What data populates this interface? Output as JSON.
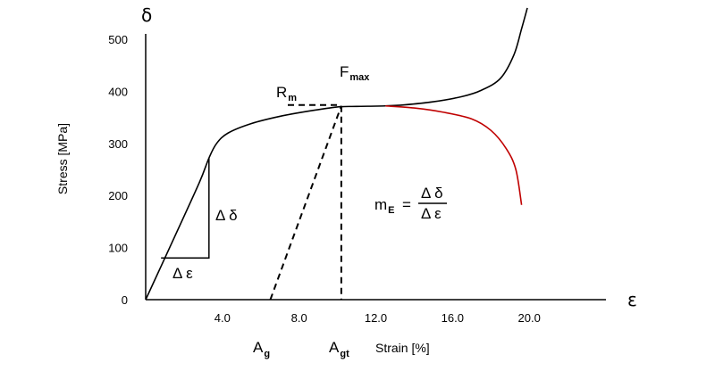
{
  "chart_data": {
    "type": "line",
    "xlabel": "Strain [%]",
    "ylabel": "Stress [MPa]",
    "x_symbol": "ε",
    "y_symbol": "δ",
    "xlim": [
      0,
      24
    ],
    "ylim": [
      0,
      500
    ],
    "x_ticks": [
      "4.0",
      "8.0",
      "12.0",
      "16.0",
      "20.0"
    ],
    "x_tick_values": [
      4,
      8,
      12,
      16,
      20
    ],
    "y_ticks": [
      "0",
      "100",
      "200",
      "300",
      "400",
      "500"
    ],
    "y_tick_values": [
      0,
      100,
      200,
      300,
      400,
      500
    ],
    "grid": false,
    "series": [
      {
        "role": "upper-curve",
        "color": "#000000",
        "points": [
          [
            0,
            0
          ],
          [
            1.5,
            120
          ],
          [
            2.8,
            225
          ],
          [
            3.3,
            272
          ],
          [
            3.7,
            300
          ],
          [
            4.3,
            320
          ],
          [
            5.5,
            338
          ],
          [
            7,
            352
          ],
          [
            8.5,
            362
          ],
          [
            10,
            370
          ],
          [
            11,
            371
          ],
          [
            12.5,
            372
          ],
          [
            13.5,
            374
          ],
          [
            15,
            380
          ],
          [
            16.5,
            390
          ],
          [
            17.5,
            402
          ],
          [
            18.5,
            425
          ],
          [
            19.2,
            470
          ],
          [
            19.6,
            520
          ],
          [
            19.9,
            560
          ]
        ]
      },
      {
        "role": "lower-curve",
        "color": "#c00000",
        "points": [
          [
            12.5,
            372
          ],
          [
            14,
            368
          ],
          [
            15.5,
            360
          ],
          [
            17,
            347
          ],
          [
            18,
            325
          ],
          [
            18.8,
            290
          ],
          [
            19.3,
            250
          ],
          [
            19.6,
            182
          ]
        ]
      }
    ],
    "annotations": {
      "fmax_label": "F",
      "fmax_sub": "max",
      "rm_label": "R",
      "rm_sub": "m",
      "ag_label": "A",
      "ag_sub": "g",
      "agt_label": "A",
      "agt_sub": "gt",
      "delta_sigma": "Δ δ",
      "delta_eps": "Δ ε",
      "m_label": "m",
      "m_sub": "E",
      "m_equals": "=",
      "m_num": "Δ δ",
      "m_den": "Δ ε"
    },
    "markers": {
      "peak": [
        10.2,
        372
      ],
      "ag_x": 6.5,
      "slope_triangle": {
        "x0": 0.8,
        "x1": 3.3,
        "y0": 80,
        "y1": 272
      }
    },
    "colors": {
      "axis": "#000000",
      "red_curve": "#c00000"
    }
  }
}
